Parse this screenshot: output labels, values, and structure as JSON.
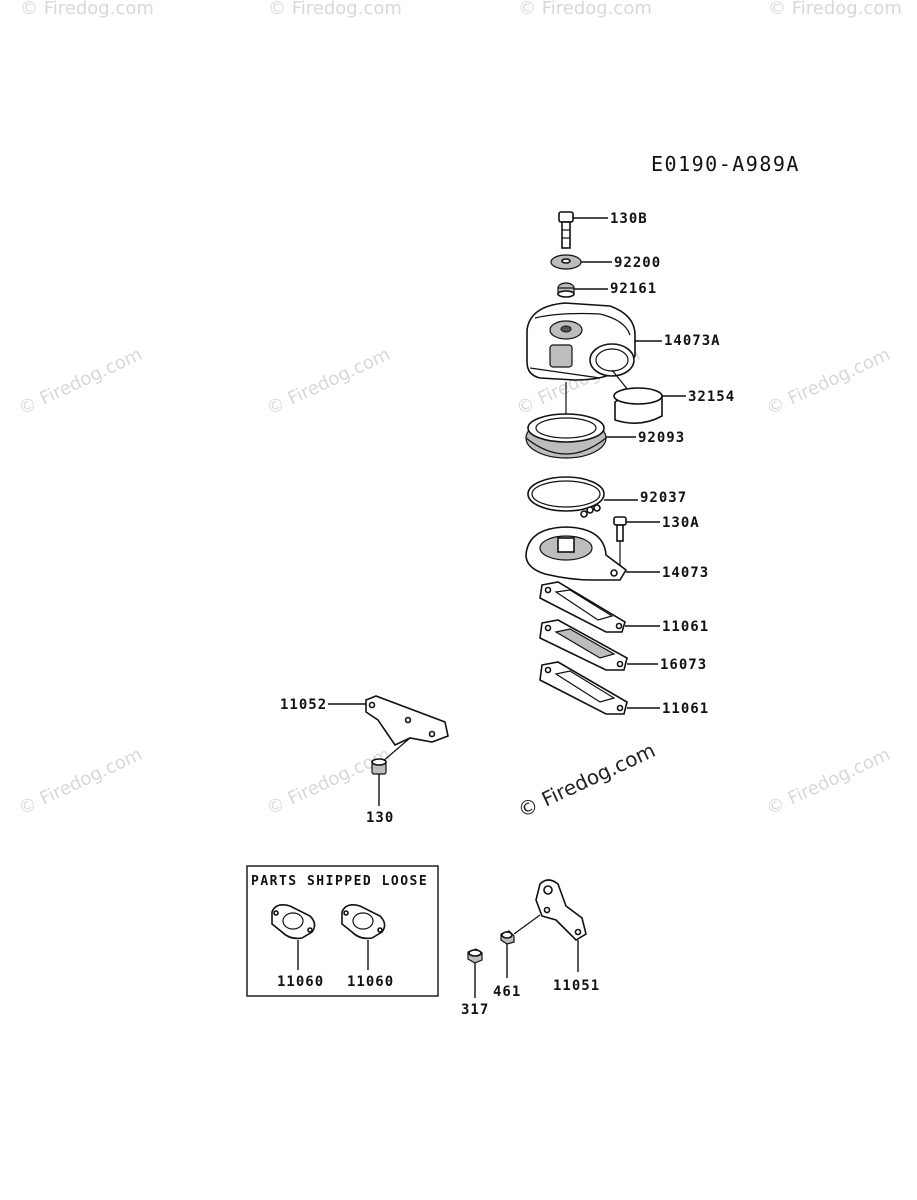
{
  "diagram_code": "E0190-A989A",
  "box_title": "PARTS SHIPPED LOOSE",
  "watermark_small": "© Firedog.com",
  "watermark_center": "© Firedog.com",
  "labels": {
    "p130B": "130B",
    "p92200": "92200",
    "p92161": "92161",
    "p14073A": "14073A",
    "p32154": "32154",
    "p92093": "92093",
    "p92037": "92037",
    "p130A": "130A",
    "p14073": "14073",
    "p11061a": "11061",
    "p16073": "16073",
    "p11061b": "11061",
    "p11052": "11052",
    "p130": "130",
    "p11060a": "11060",
    "p11060b": "11060",
    "p317": "317",
    "p461": "461",
    "p11051": "11051"
  }
}
